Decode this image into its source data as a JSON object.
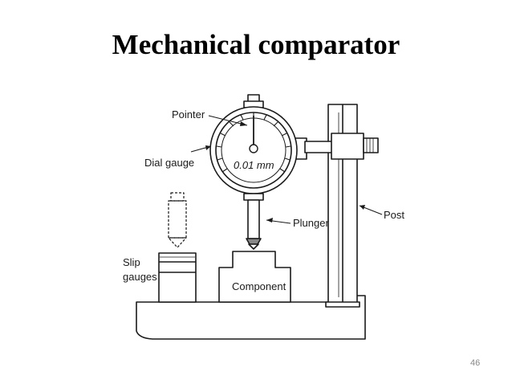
{
  "slide": {
    "title": "Mechanical comparator",
    "page_number": "46"
  },
  "diagram": {
    "labels": {
      "pointer": "Pointer",
      "dial_gauge": "Dial gauge",
      "dial_scale": "0.01 mm",
      "plunger": "Plunger",
      "post": "Post",
      "slip_gauges_line1": "Slip",
      "slip_gauges_line2": "gauges",
      "component": "Component"
    }
  }
}
